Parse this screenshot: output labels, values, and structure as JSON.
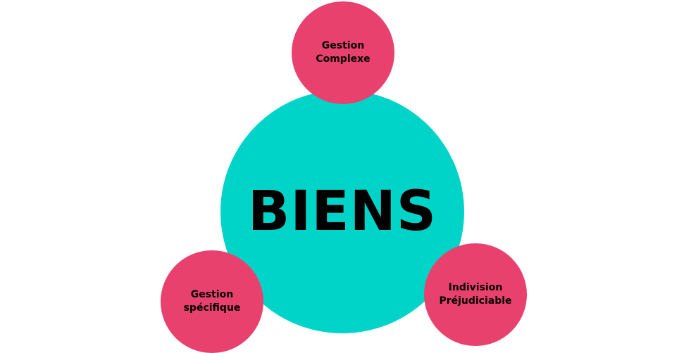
{
  "colors": {
    "center_fill": "#00d4c8",
    "satellite_fill": "#e8416e",
    "text": "#000000",
    "background": "#ffffff"
  },
  "center": {
    "label": "BIENS"
  },
  "satellites": {
    "top": {
      "line1": "Gestion",
      "line2": "Complexe"
    },
    "left": {
      "line1": "Gestion",
      "line2": "spécifique"
    },
    "right": {
      "line1": "Indivision",
      "line2": "Préjudiciable"
    }
  }
}
